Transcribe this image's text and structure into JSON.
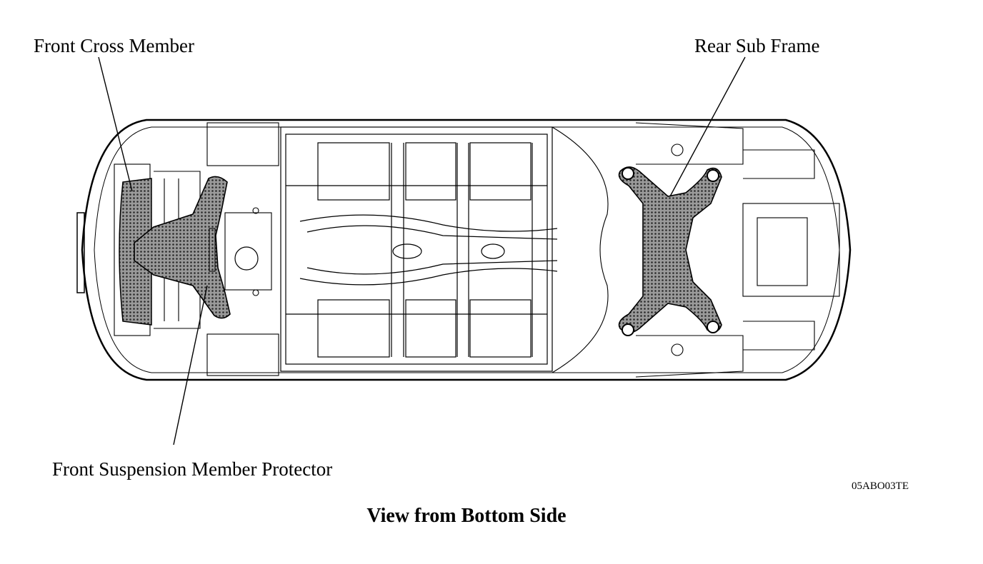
{
  "labels": {
    "front_cross_member": "Front Cross Member",
    "rear_sub_frame": "Rear Sub Frame",
    "front_suspension_member_protector": "Front Suspension Member Protector"
  },
  "figure_code": "05ABO03TE",
  "caption": "View from Bottom Side",
  "colors": {
    "line": "#000000",
    "hatch": "#555555",
    "background": "#ffffff"
  }
}
